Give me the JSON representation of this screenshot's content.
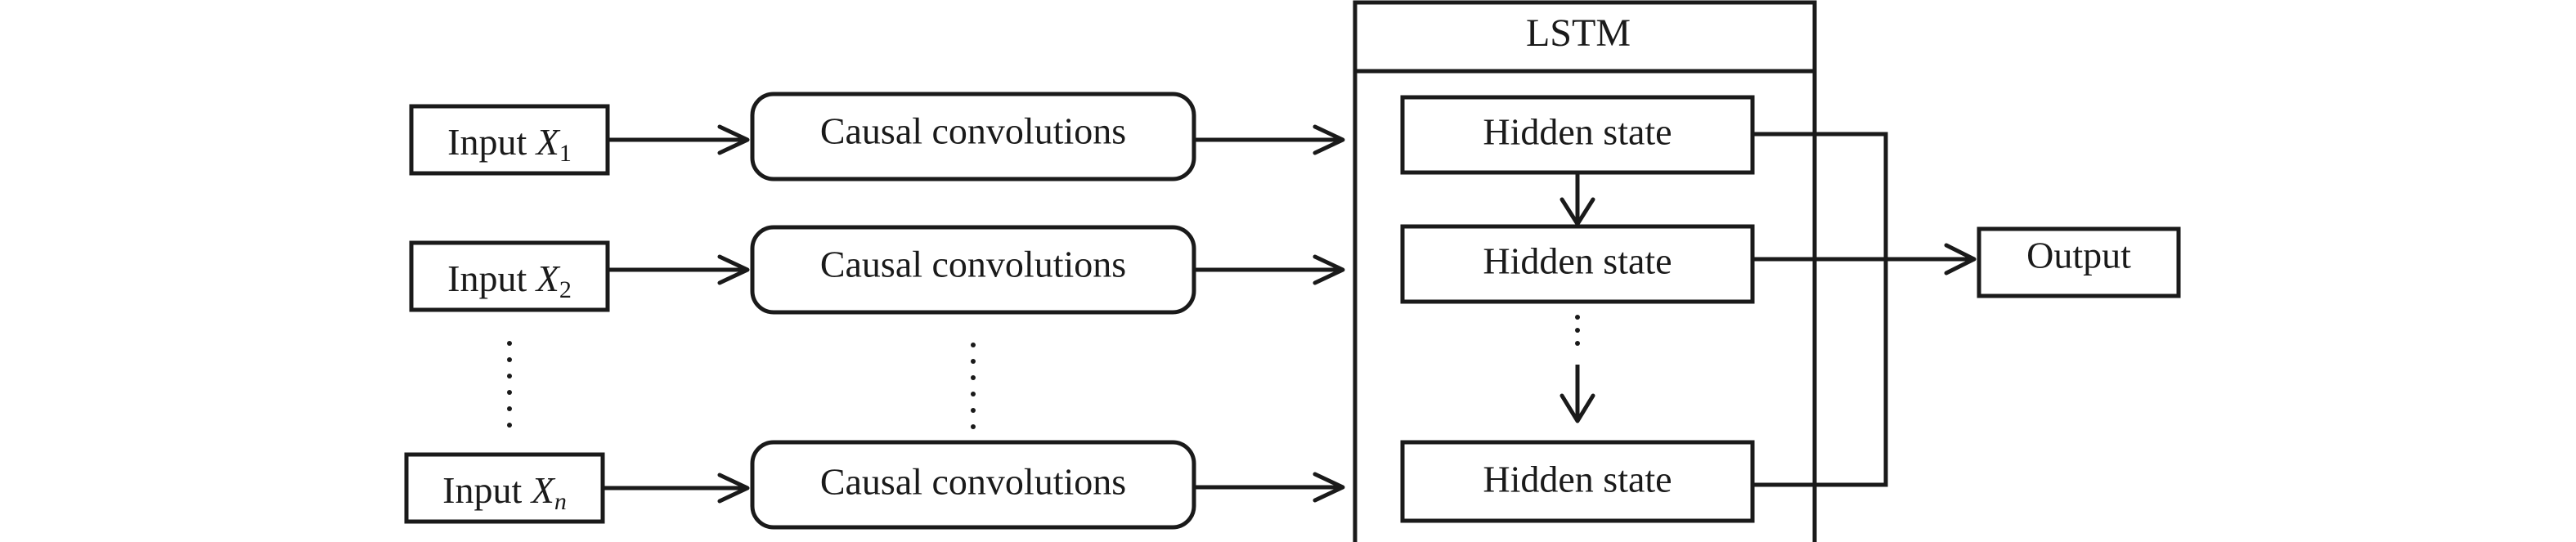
{
  "inputs": [
    {
      "prefix": "Input ",
      "var": "X",
      "sub": "1"
    },
    {
      "prefix": "Input ",
      "var": "X",
      "sub": "2"
    },
    {
      "prefix": "Input ",
      "var": "X",
      "sub": "n"
    }
  ],
  "convolution_label": "Causal convolutions",
  "lstm": {
    "title": "LSTM",
    "hidden_state_label": "Hidden state"
  },
  "output_label": "Output"
}
